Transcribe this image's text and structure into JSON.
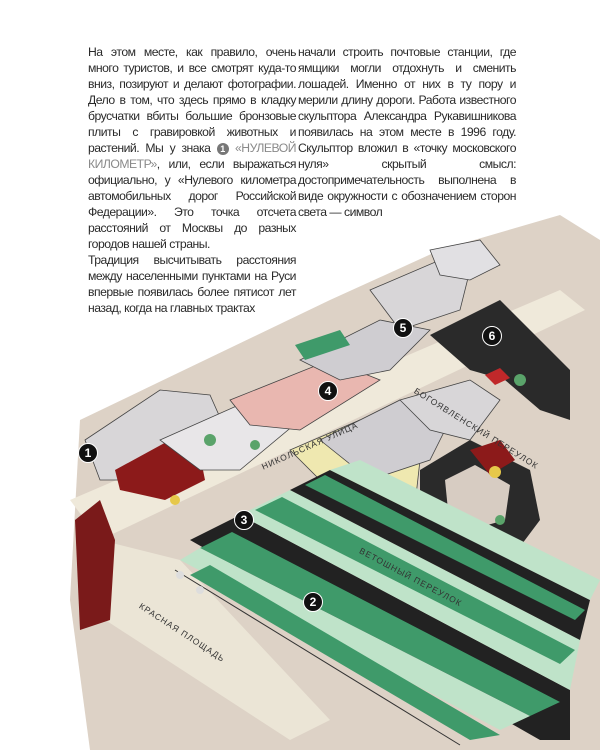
{
  "text": {
    "left_p1_a": "На этом месте, как правило, очень много туристов, и все смотрят куда-то вниз, позируют и делают фотографии. Дело в том, что здесь прямо в кладку брусчатки вбиты большие бронзовые плиты с гравировкой животных и растений. Мы у знака ",
    "left_p1_marker": "1",
    "left_p1_highlight": "«НУЛЕВОЙ КИЛОМЕТР»",
    "left_p1_b": ", или, если выражаться официально, у «Нулевого километра автомобильных дорог Российской Федерации». Это точка отсчета расстояний от Москвы до разных городов нашей страны.",
    "left_p2": "Традиция высчитывать расстояния между населенными пунктами на Руси впервые появилась более пятисот лет назад, когда на главных трактах",
    "right_p1": "начали строить почтовые станции, где ямщики могли отдохнуть и сменить лошадей. Именно от них в ту пору и мерили длину дороги. Работа известного скульптора Александра Рукавишникова появилась на этом месте в 1996 году. Скульптор вложил в «точку московского нуля» скрытый смысл: достопримечательность выполнена в виде окружности с обозначением сторон света — символ"
  },
  "map": {
    "streets": {
      "nikolskaya": "НИКОЛЬСКАЯ УЛИЦА",
      "vetoshny": "ВЕТОШНЫЙ ПЕРЕУЛОК",
      "krasnaya": "КРАСНАЯ ПЛОЩАДЬ",
      "bogoyavlensky": "БОГОЯВЛЕНСКИЙ ПЕРЕУЛОК"
    },
    "markers": [
      "1",
      "2",
      "3",
      "4",
      "5",
      "6"
    ],
    "colors": {
      "ground": "#d9cfc4",
      "road": "#efe9da",
      "gum_green": "#3f9a6a",
      "gum_light": "#bfe3c9",
      "gum_dark": "#222",
      "brick": "#8c1a1a",
      "roof": "#d8d6d8",
      "pink": "#e9b7b0",
      "yellow": "#efe8b0"
    }
  }
}
